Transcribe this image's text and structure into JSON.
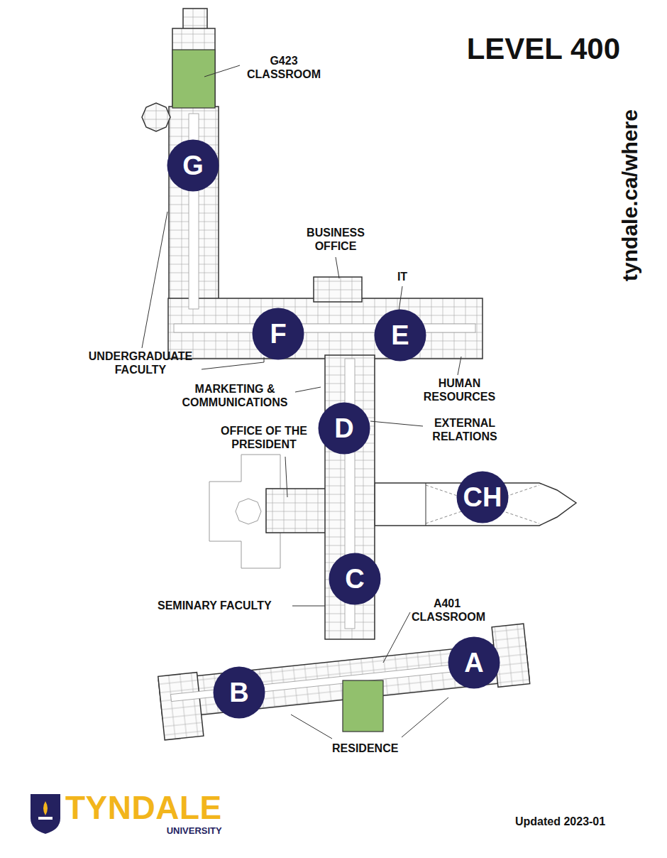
{
  "diagram": {
    "title": "LEVEL 400",
    "nodes": [
      {
        "text": [
          "G"
        ]
      },
      {
        "text": [
          "F"
        ]
      },
      {
        "text": [
          "E"
        ]
      },
      {
        "text": [
          "D"
        ]
      },
      {
        "text": [
          "CH"
        ]
      },
      {
        "text": [
          "C"
        ]
      },
      {
        "text": [
          "A"
        ]
      },
      {
        "text": [
          "B"
        ]
      }
    ],
    "edges": [],
    "labels": [
      "G423 CLASSROOM",
      "BUSINESS OFFICE",
      "IT",
      "UNDERGRADUATE FACULTY",
      "MARKETING & COMMUNICATIONS",
      "HUMAN RESOURCES",
      "EXTERNAL RELATIONS",
      "OFFICE OF THE PRESIDENT",
      "SEMINARY FACULTY",
      "A401 CLASSROOM",
      "RESIDENCE",
      "tyndale.ca/where",
      "TYNDALE",
      "UNIVERSITY",
      "Updated 2023-01"
    ]
  }
}
